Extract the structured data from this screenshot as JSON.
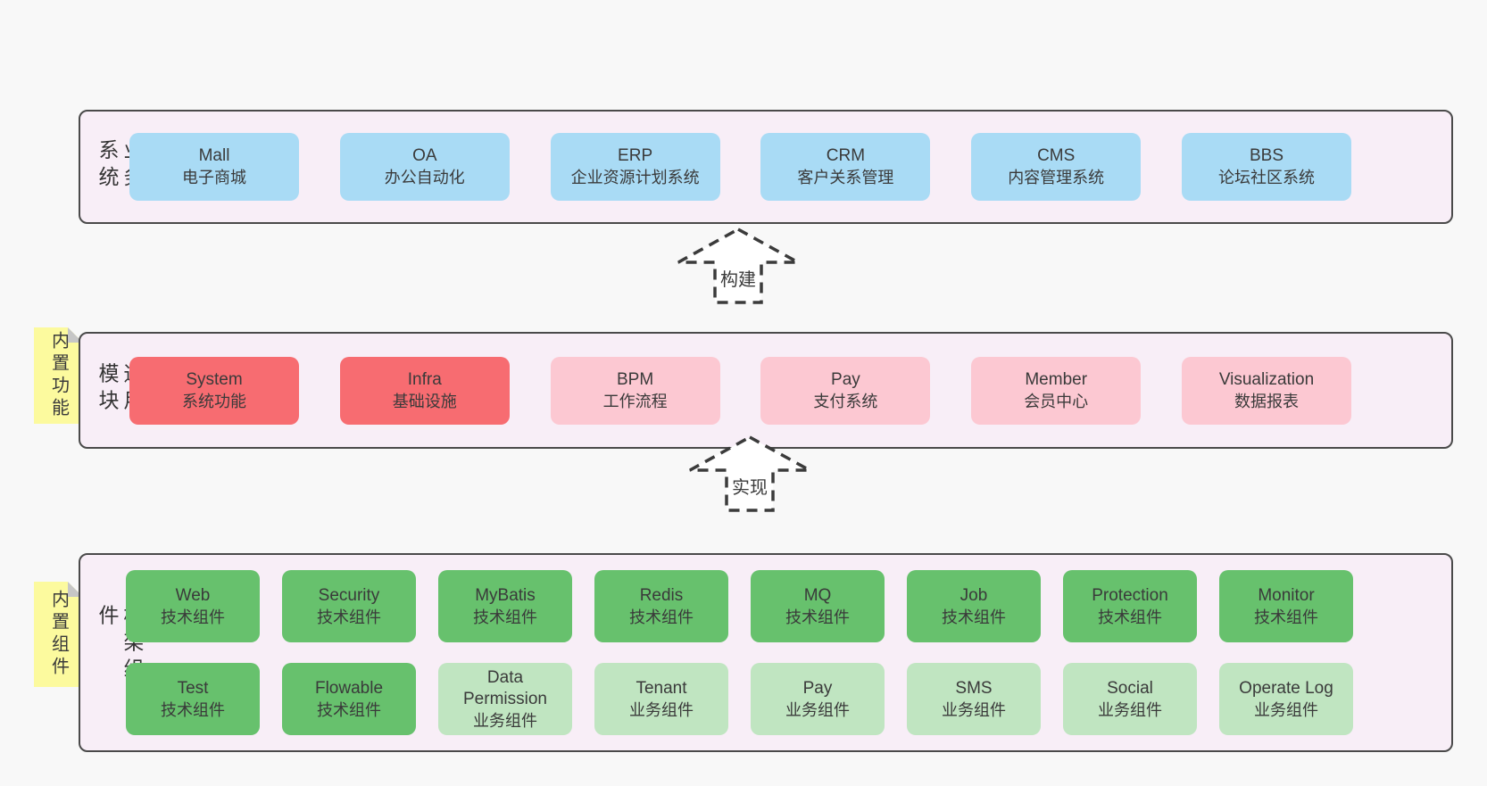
{
  "diagram": {
    "arrows": [
      {
        "label": "构建"
      },
      {
        "label": "实现"
      }
    ],
    "bands": [
      {
        "side_label": "业务系统",
        "boxes": [
          {
            "title": "Mall",
            "subtitle": "电子商城"
          },
          {
            "title": "OA",
            "subtitle": "办公自动化"
          },
          {
            "title": "ERP",
            "subtitle": "企业资源计划系统"
          },
          {
            "title": "CRM",
            "subtitle": "客户关系管理"
          },
          {
            "title": "CMS",
            "subtitle": "内容管理系统"
          },
          {
            "title": "BBS",
            "subtitle": "论坛社区系统"
          }
        ]
      },
      {
        "side_label": "通用模块",
        "sticky_note": "内置功能",
        "boxes": [
          {
            "title": "System",
            "subtitle": "系统功能"
          },
          {
            "title": "Infra",
            "subtitle": "基础设施"
          },
          {
            "title": "BPM",
            "subtitle": "工作流程"
          },
          {
            "title": "Pay",
            "subtitle": "支付系统"
          },
          {
            "title": "Member",
            "subtitle": "会员中心"
          },
          {
            "title": "Visualization",
            "subtitle": "数据报表"
          }
        ]
      },
      {
        "side_label": "框架组件",
        "sticky_note": "内置组件",
        "rows": [
          [
            {
              "title": "Web",
              "subtitle": "技术组件"
            },
            {
              "title": "Security",
              "subtitle": "技术组件"
            },
            {
              "title": "MyBatis",
              "subtitle": "技术组件"
            },
            {
              "title": "Redis",
              "subtitle": "技术组件"
            },
            {
              "title": "MQ",
              "subtitle": "技术组件"
            },
            {
              "title": "Job",
              "subtitle": "技术组件"
            },
            {
              "title": "Protection",
              "subtitle": "技术组件"
            },
            {
              "title": "Monitor",
              "subtitle": "技术组件"
            }
          ],
          [
            {
              "title": "Test",
              "subtitle": "技术组件"
            },
            {
              "title": "Flowable",
              "subtitle": "技术组件"
            },
            {
              "title": "Data Permission",
              "subtitle": "业务组件"
            },
            {
              "title": "Tenant",
              "subtitle": "业务组件"
            },
            {
              "title": "Pay",
              "subtitle": "业务组件"
            },
            {
              "title": "SMS",
              "subtitle": "业务组件"
            },
            {
              "title": "Social",
              "subtitle": "业务组件"
            },
            {
              "title": "Operate Log",
              "subtitle": "业务组件"
            }
          ]
        ]
      }
    ],
    "colors": {
      "page_bg": "#f8f8f8",
      "band_bg": "#f8eef7",
      "band_border": "#4a4a4a",
      "business_box": "#a9dbf5",
      "core_module_box": "#f76c71",
      "module_box": "#fcc8d2",
      "tech_component_box": "#67c16d",
      "biz_component_box": "#c0e5c1",
      "sticky_note": "#fcfa9e",
      "sticky_fold": "#c6c6c6"
    }
  }
}
